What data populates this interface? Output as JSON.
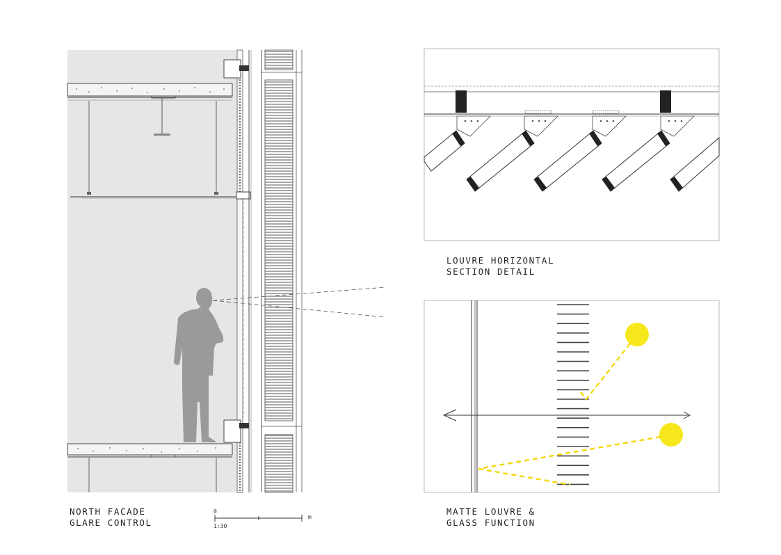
{
  "labels": {
    "north_facade_line1": "NORTH FACADE",
    "north_facade_line2": "GLARE CONTROL",
    "louvre_section_line1": "LOUVRE HORIZONTAL",
    "louvre_section_line2": "SECTION DETAIL",
    "matte_louvre_line1": "MATTE LOUVRE &",
    "matte_louvre_line2": "GLASS FUNCTION"
  },
  "scale_bar": {
    "zero": "0",
    "unit": "m",
    "ratio": "1:30"
  },
  "colors": {
    "interior_fill": "#e6e6e6",
    "figure_fill": "#9a9a9a",
    "sun_yellow": "#f7e81e",
    "line": "#333333"
  }
}
